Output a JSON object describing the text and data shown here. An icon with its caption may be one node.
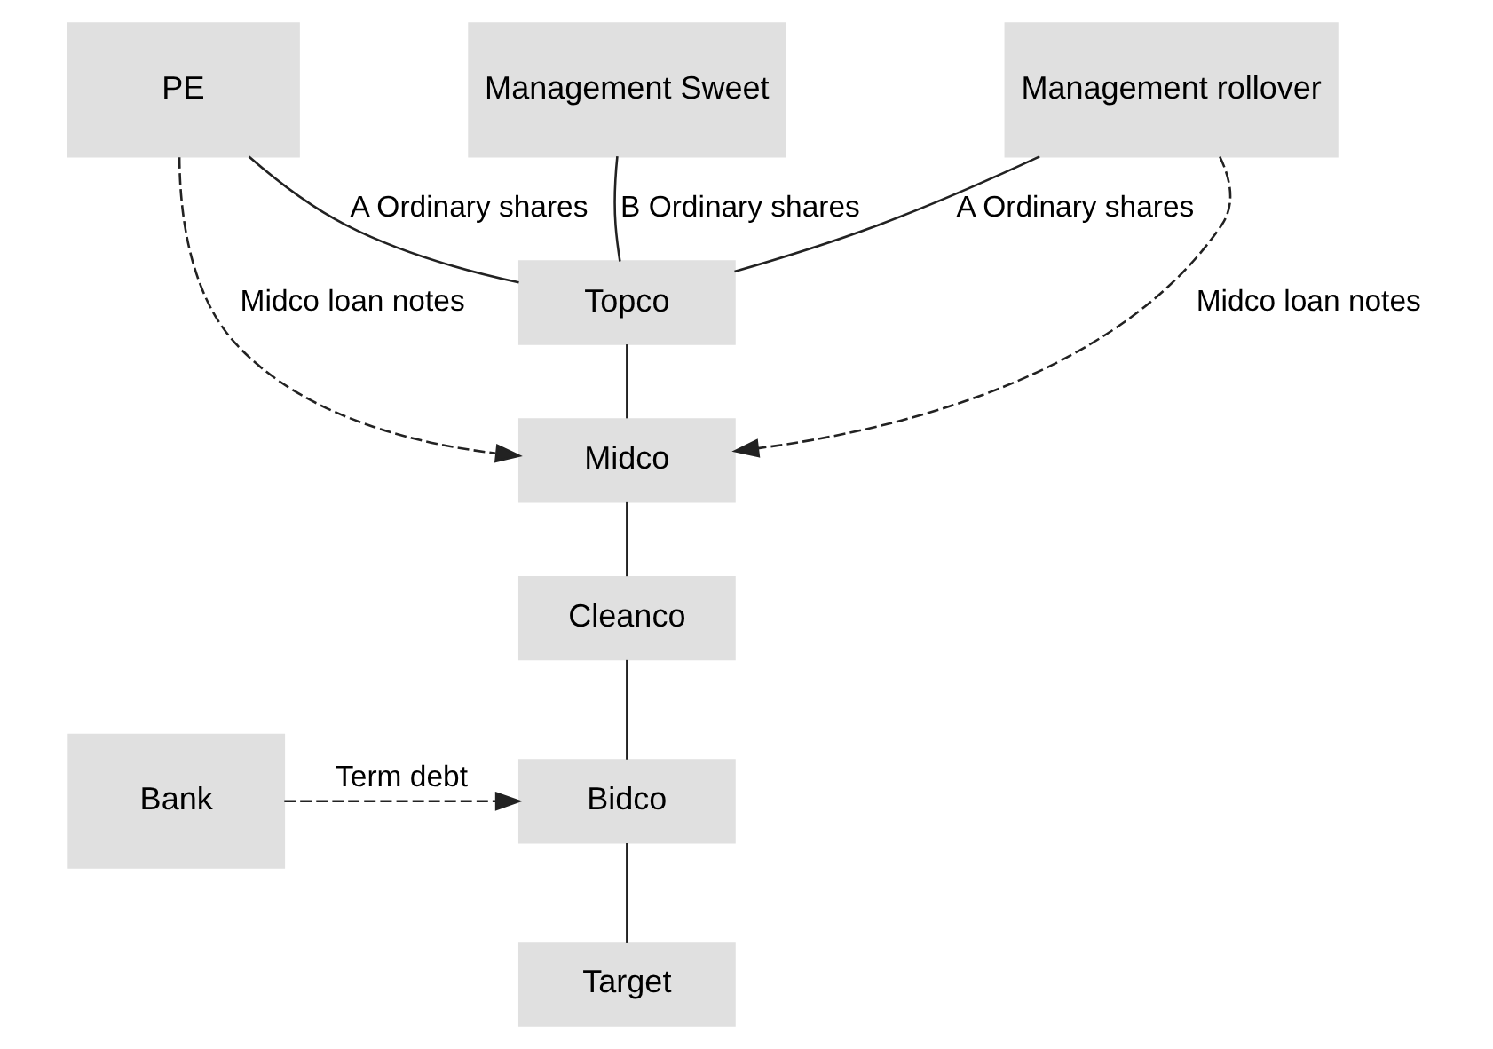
{
  "diagram": {
    "nodes": [
      {
        "text": [
          "PE"
        ]
      },
      {
        "text": [
          "Management rollover"
        ]
      },
      {
        "text": [
          "Management Sweet"
        ]
      },
      {
        "text": [
          "Topco"
        ]
      },
      {
        "text": [
          "Midco"
        ]
      },
      {
        "text": [
          "Cleanco"
        ]
      },
      {
        "text": [
          "Bank"
        ]
      },
      {
        "text": [
          "Bidco"
        ]
      },
      {
        "text": [
          "Target"
        ]
      }
    ],
    "edges": [
      {
        "from": 0,
        "to": 3,
        "arrow": "none",
        "label": "A Ordinary shares"
      },
      {
        "from": 1,
        "to": 3,
        "arrow": "none",
        "label": "A Ordinary shares"
      },
      {
        "from": 2,
        "to": 3,
        "arrow": "none",
        "label": "B Ordinary shares"
      },
      {
        "from": 0,
        "to": 4,
        "arrow": "to",
        "style": "dashed",
        "label": "Midco loan notes"
      },
      {
        "from": 1,
        "to": 4,
        "arrow": "to",
        "style": "dashed",
        "label": "Midco loan notes"
      },
      {
        "from": 3,
        "to": 4,
        "arrow": "none"
      },
      {
        "from": 4,
        "to": 5,
        "arrow": "none"
      },
      {
        "from": 5,
        "to": 7,
        "arrow": "none"
      },
      {
        "from": 6,
        "to": 7,
        "arrow": "to",
        "style": "dashed",
        "label": "Term debt"
      },
      {
        "from": 7,
        "to": 8,
        "arrow": "none"
      }
    ]
  }
}
